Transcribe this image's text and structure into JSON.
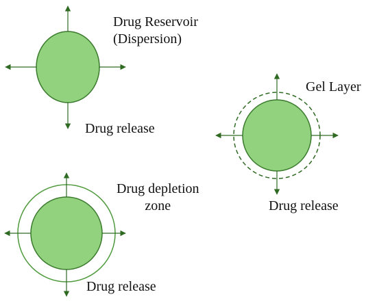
{
  "colors": {
    "fill": "#92d27f",
    "stroke": "#3a7a2c",
    "arrow": "#2f6a23",
    "ring": "#4f9a3c"
  },
  "diagram_a": {
    "title_line1": "Drug Reservoir",
    "title_line2": "(Dispersion)",
    "release_label": "Drug release"
  },
  "diagram_b": {
    "layer_label": "Gel Layer",
    "release_label": "Drug release"
  },
  "diagram_c": {
    "title_line1": "Drug depletion",
    "title_line2": "zone",
    "release_label": "Drug release"
  }
}
